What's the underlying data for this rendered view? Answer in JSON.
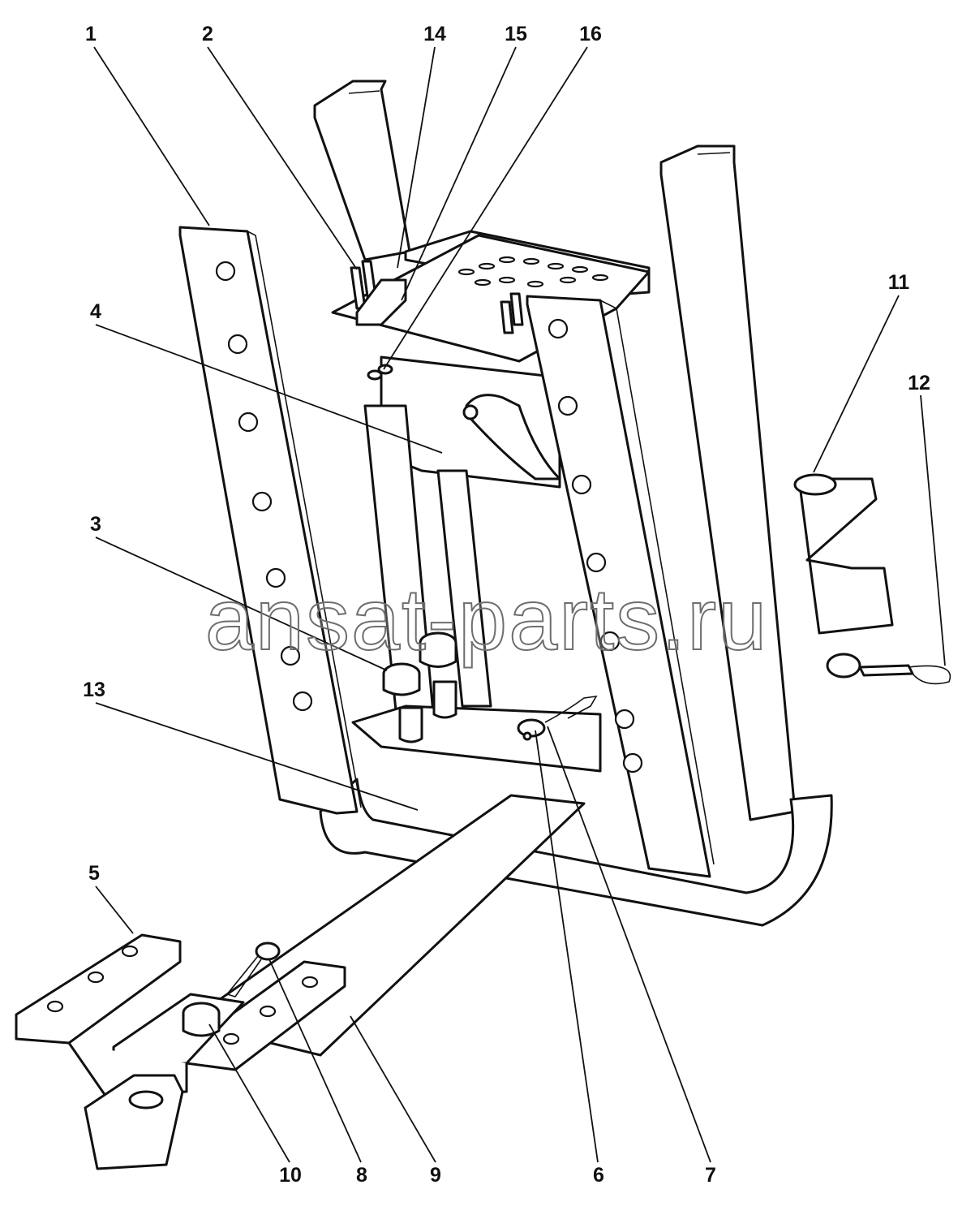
{
  "diagram": {
    "callouts": [
      {
        "id": "c1",
        "label": "1"
      },
      {
        "id": "c2",
        "label": "2"
      },
      {
        "id": "c14",
        "label": "14"
      },
      {
        "id": "c15",
        "label": "15"
      },
      {
        "id": "c16",
        "label": "16"
      },
      {
        "id": "c11",
        "label": "11"
      },
      {
        "id": "c12",
        "label": "12"
      },
      {
        "id": "c4",
        "label": "4"
      },
      {
        "id": "c3",
        "label": "3"
      },
      {
        "id": "c13",
        "label": "13"
      },
      {
        "id": "c5",
        "label": "5"
      },
      {
        "id": "c10",
        "label": "10"
      },
      {
        "id": "c8",
        "label": "8"
      },
      {
        "id": "c9",
        "label": "9"
      },
      {
        "id": "c6",
        "label": "6"
      },
      {
        "id": "c7",
        "label": "7"
      }
    ],
    "watermark": "ansat-parts.ru",
    "colors": {
      "line": "#111111",
      "background": "#ffffff",
      "watermark_stroke": "#6e6e6e"
    }
  }
}
